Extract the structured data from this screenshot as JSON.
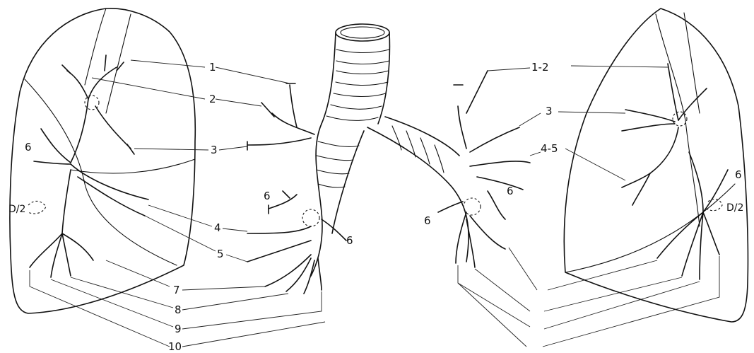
{
  "labels": {
    "l1": "1",
    "l2": "2",
    "l3": "3",
    "l4": "4",
    "l5": "5",
    "l6": "6",
    "ld2": "D/2",
    "l7": "7",
    "l8": "8",
    "l9": "9",
    "l10": "10",
    "r12": "1-2",
    "r3": "3",
    "r45": "4-5",
    "r6": "6",
    "rd2": "D/2",
    "c6a": "6",
    "c6b": "6",
    "c6c": "6",
    "c6d": "6"
  }
}
